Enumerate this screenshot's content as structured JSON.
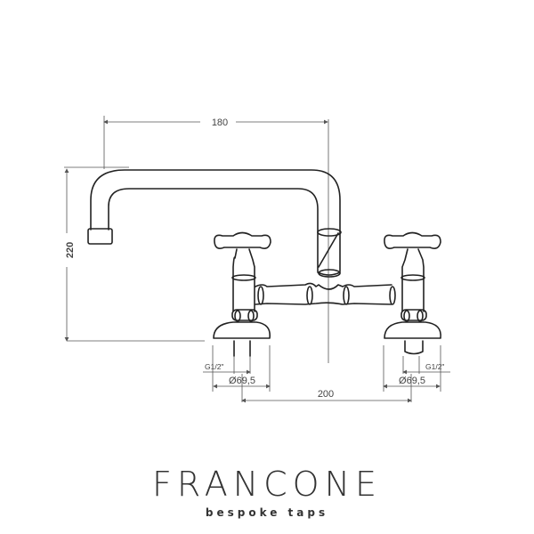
{
  "drawing": {
    "dim_spout_reach": "180",
    "dim_height": "220",
    "dim_centers": "200",
    "dim_base_left": "Ø69,5",
    "dim_base_right": "Ø69,5",
    "dim_thread_left": "G1/2\"",
    "dim_thread_right": "G1/2\""
  },
  "brand": {
    "name": "FRANCONE",
    "tagline": "bespoke taps"
  }
}
